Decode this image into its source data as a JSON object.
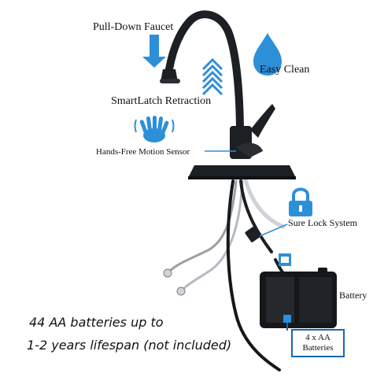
{
  "labels": {
    "pull_down": "Pull-Down Faucet",
    "easy_clean": "Easy Clean",
    "smartlatch": "SmartLatch Retraction",
    "hands_free": "Hands-Free Motion Sensor",
    "sure_lock": "Sure Lock System",
    "battery": "Battery",
    "aa_line1": "4 x AA",
    "aa_line2": "Batteries"
  },
  "caption": {
    "line1": "44 AA batteries up to",
    "line2": "1-2 years lifespan (not included)"
  },
  "colors": {
    "accent_blue": "#2e8fd9",
    "faucet_black": "#1c1f24",
    "box_border": "#1a66b3"
  },
  "icons": [
    "down-arrow-icon",
    "water-drop-icon",
    "up-chevrons-icon",
    "hand-wave-icon",
    "padlock-icon"
  ]
}
